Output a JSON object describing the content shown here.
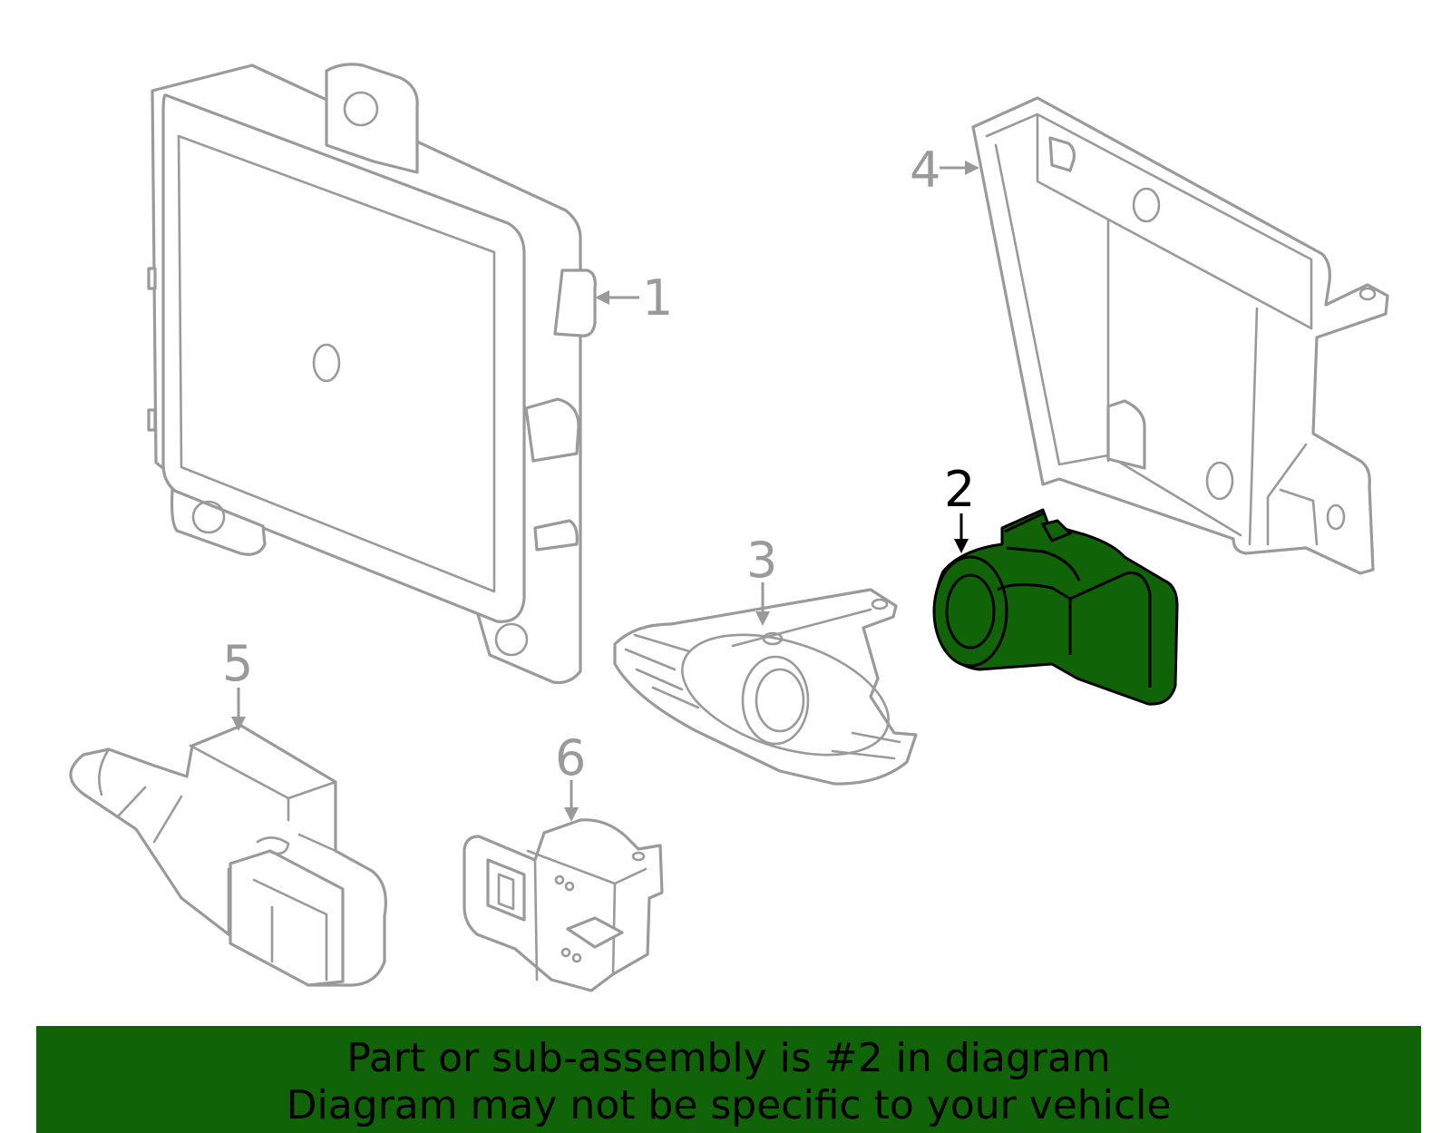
{
  "highlight_color": "#116307",
  "line_color": "#9a9a9a",
  "callouts": [
    {
      "number": "1",
      "highlighted": false
    },
    {
      "number": "2",
      "highlighted": true
    },
    {
      "number": "3",
      "highlighted": false
    },
    {
      "number": "4",
      "highlighted": false
    },
    {
      "number": "5",
      "highlighted": false
    },
    {
      "number": "6",
      "highlighted": false
    }
  ],
  "footer": {
    "line1": "Part or sub-assembly is #2 in diagram",
    "line2": "Diagram may not be specific to your vehicle"
  }
}
